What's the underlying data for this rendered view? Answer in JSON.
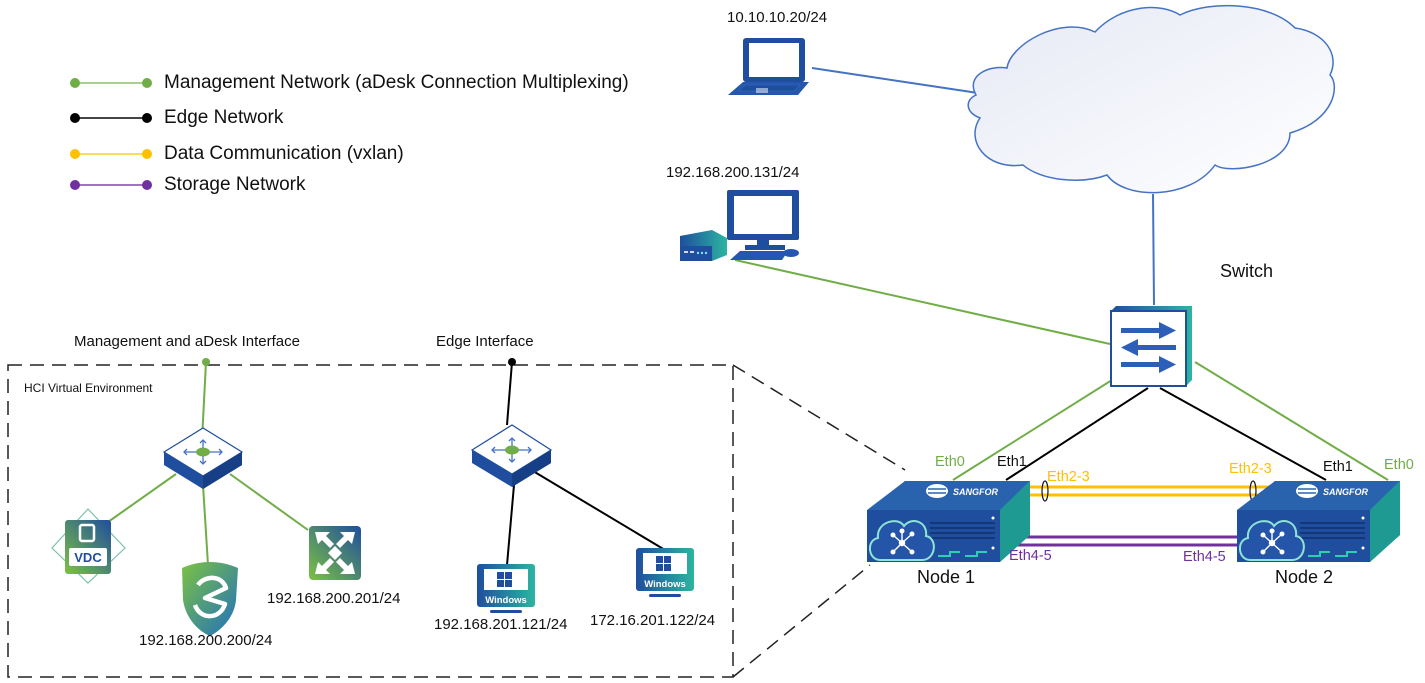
{
  "legend": [
    {
      "label": "Management Network (aDesk Connection Multiplexing)",
      "color": "#70ad47"
    },
    {
      "label": "Edge Network",
      "color": "#000000"
    },
    {
      "label": "Data Communication (vxlan)",
      "color": "#ffc000"
    },
    {
      "label": "Storage Network",
      "color": "#7030a0"
    }
  ],
  "devices": {
    "laptop": {
      "ip": "10.10.10.20/24",
      "icon": "laptop-icon"
    },
    "desktop": {
      "ip": "192.168.200.131/24",
      "icon": "desktop-computer-icon"
    },
    "internet": {
      "icon": "cloud-icon"
    },
    "switch": {
      "label": "Switch",
      "icon": "switch-icon"
    },
    "node1": {
      "label": "Node 1",
      "brand": "SANGFOR",
      "ports": {
        "mgmt": "Eth0",
        "edge": "Eth1",
        "data": "Eth2-3",
        "storage": "Eth4-5"
      }
    },
    "node2": {
      "label": "Node 2",
      "brand": "SANGFOR",
      "ports": {
        "mgmt": "Eth0",
        "edge": "Eth1",
        "data": "Eth2-3",
        "storage": "Eth4-5"
      }
    }
  },
  "hci": {
    "title": "HCI Virtual Environment",
    "mgmt_interface_label": "Management and aDesk Interface",
    "edge_interface_label": "Edge Interface",
    "vdc": {
      "badge": "VDC"
    },
    "aDesk_vm": {
      "ip": "192.168.200.200/24"
    },
    "vm_201": {
      "ip": "192.168.200.201/24"
    },
    "win1": {
      "badge": "Windows",
      "ip": "192.168.201.121/24"
    },
    "win2": {
      "badge": "Windows",
      "ip": "172.16.201.122/24"
    }
  },
  "colors": {
    "mgmt": "#70ad47",
    "edge": "#000000",
    "data": "#ffc000",
    "storage": "#7030a0",
    "link": "#4472c4",
    "device_blue": "#1f4e9e",
    "teal": "#2bb5a0"
  }
}
